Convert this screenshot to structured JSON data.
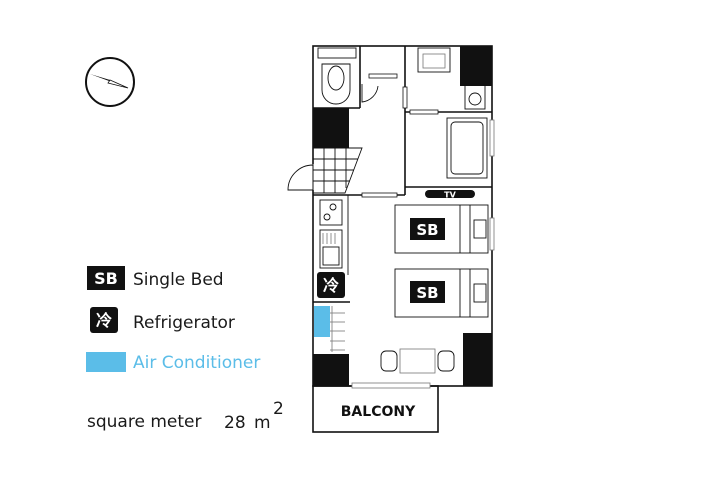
{
  "legend": {
    "single_bed_badge": "SB",
    "single_bed_label": "Single Bed",
    "fridge_badge": "冷",
    "fridge_label": "Refrigerator",
    "ac_label": "Air Conditioner",
    "area_prefix": "square meter",
    "area_value": "28",
    "area_unit": "m",
    "area_sup": "2"
  },
  "plan": {
    "tv_label": "TV",
    "bed1_label": "SB",
    "bed2_label": "SB",
    "fridge_label": "冷",
    "balcony_label": "BALCONY"
  },
  "colors": {
    "ac": "#5bbde8",
    "wall": "#111111"
  }
}
